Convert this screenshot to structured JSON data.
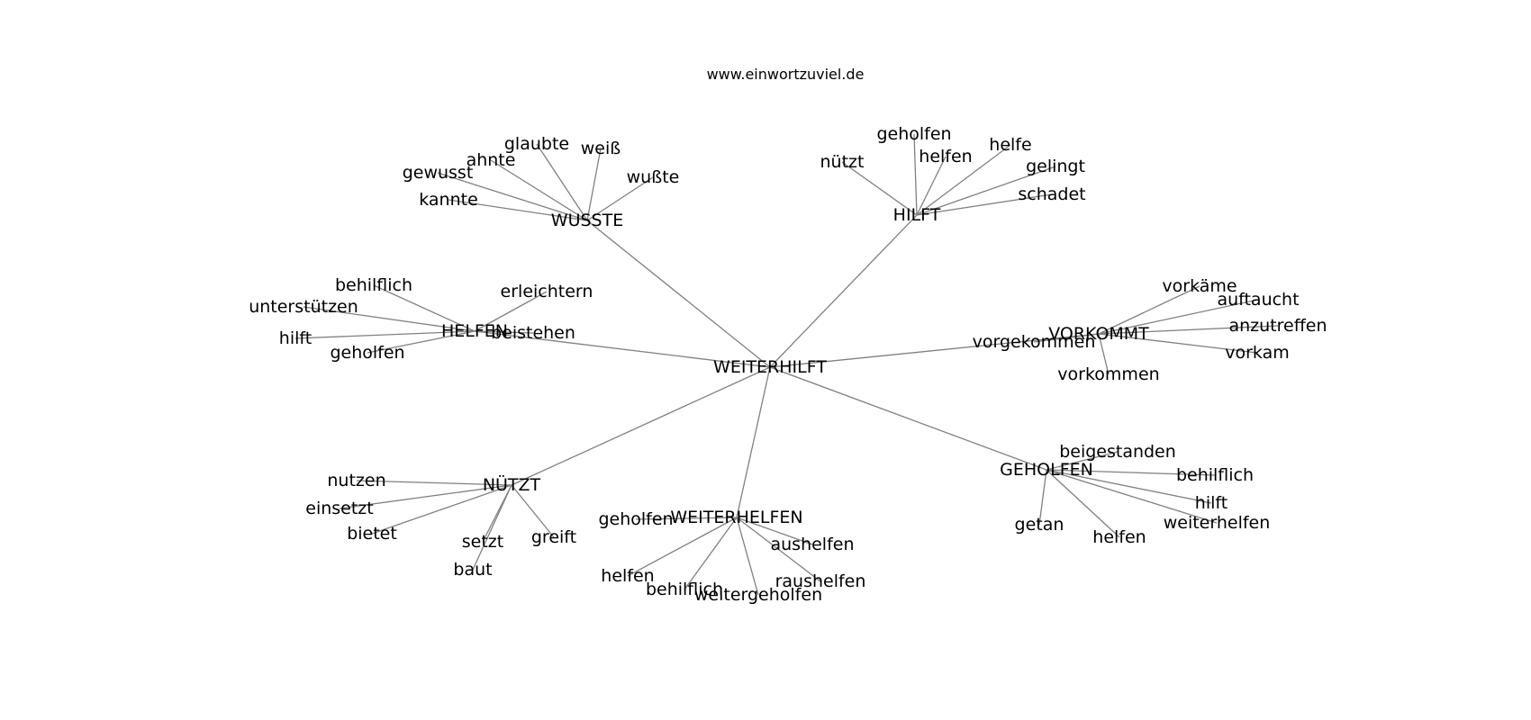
{
  "caption": "www.einwortzuviel.de",
  "graph": {
    "root": "WEITERHILFT",
    "clusters": [
      {
        "hub": "WUSSTE",
        "words": [
          "gewusst",
          "ahnte",
          "glaubte",
          "weiß",
          "wußte",
          "kannte"
        ]
      },
      {
        "hub": "HILFT",
        "words": [
          "nützt",
          "geholfen",
          "helfen",
          "helfe",
          "gelingt",
          "schadet"
        ]
      },
      {
        "hub": "HELFEN",
        "words": [
          "behilflich",
          "unterstützen",
          "hilft",
          "geholfen",
          "erleichtern",
          "beistehen"
        ]
      },
      {
        "hub": "VORKOMMT",
        "words": [
          "vorgekommen",
          "vorkäme",
          "auftaucht",
          "anzutreffen",
          "vorkam",
          "vorkommen"
        ]
      },
      {
        "hub": "NÜTZT",
        "words": [
          "nutzen",
          "einsetzt",
          "bietet",
          "setzt",
          "baut",
          "greift"
        ]
      },
      {
        "hub": "WEITERHELFEN",
        "words": [
          "geholfen",
          "aushelfen",
          "helfen",
          "behilflich",
          "weitergeholfen",
          "raushelfen"
        ]
      },
      {
        "hub": "GEHOLFEN",
        "words": [
          "beigestanden",
          "behilflich",
          "hilft",
          "weiterhelfen",
          "getan",
          "helfen"
        ]
      }
    ]
  }
}
